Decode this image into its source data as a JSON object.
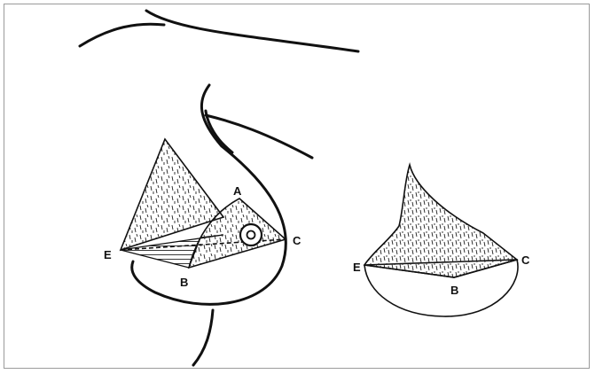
{
  "diagram": {
    "left_figure": {
      "labels": {
        "A": "A",
        "B": "B",
        "C": "C",
        "E": "E"
      }
    },
    "right_figure": {
      "labels": {
        "B": "B",
        "C": "C",
        "E": "E"
      }
    }
  },
  "colors": {
    "line": "#111111",
    "border": "#9a9a9a",
    "background": "#ffffff"
  }
}
